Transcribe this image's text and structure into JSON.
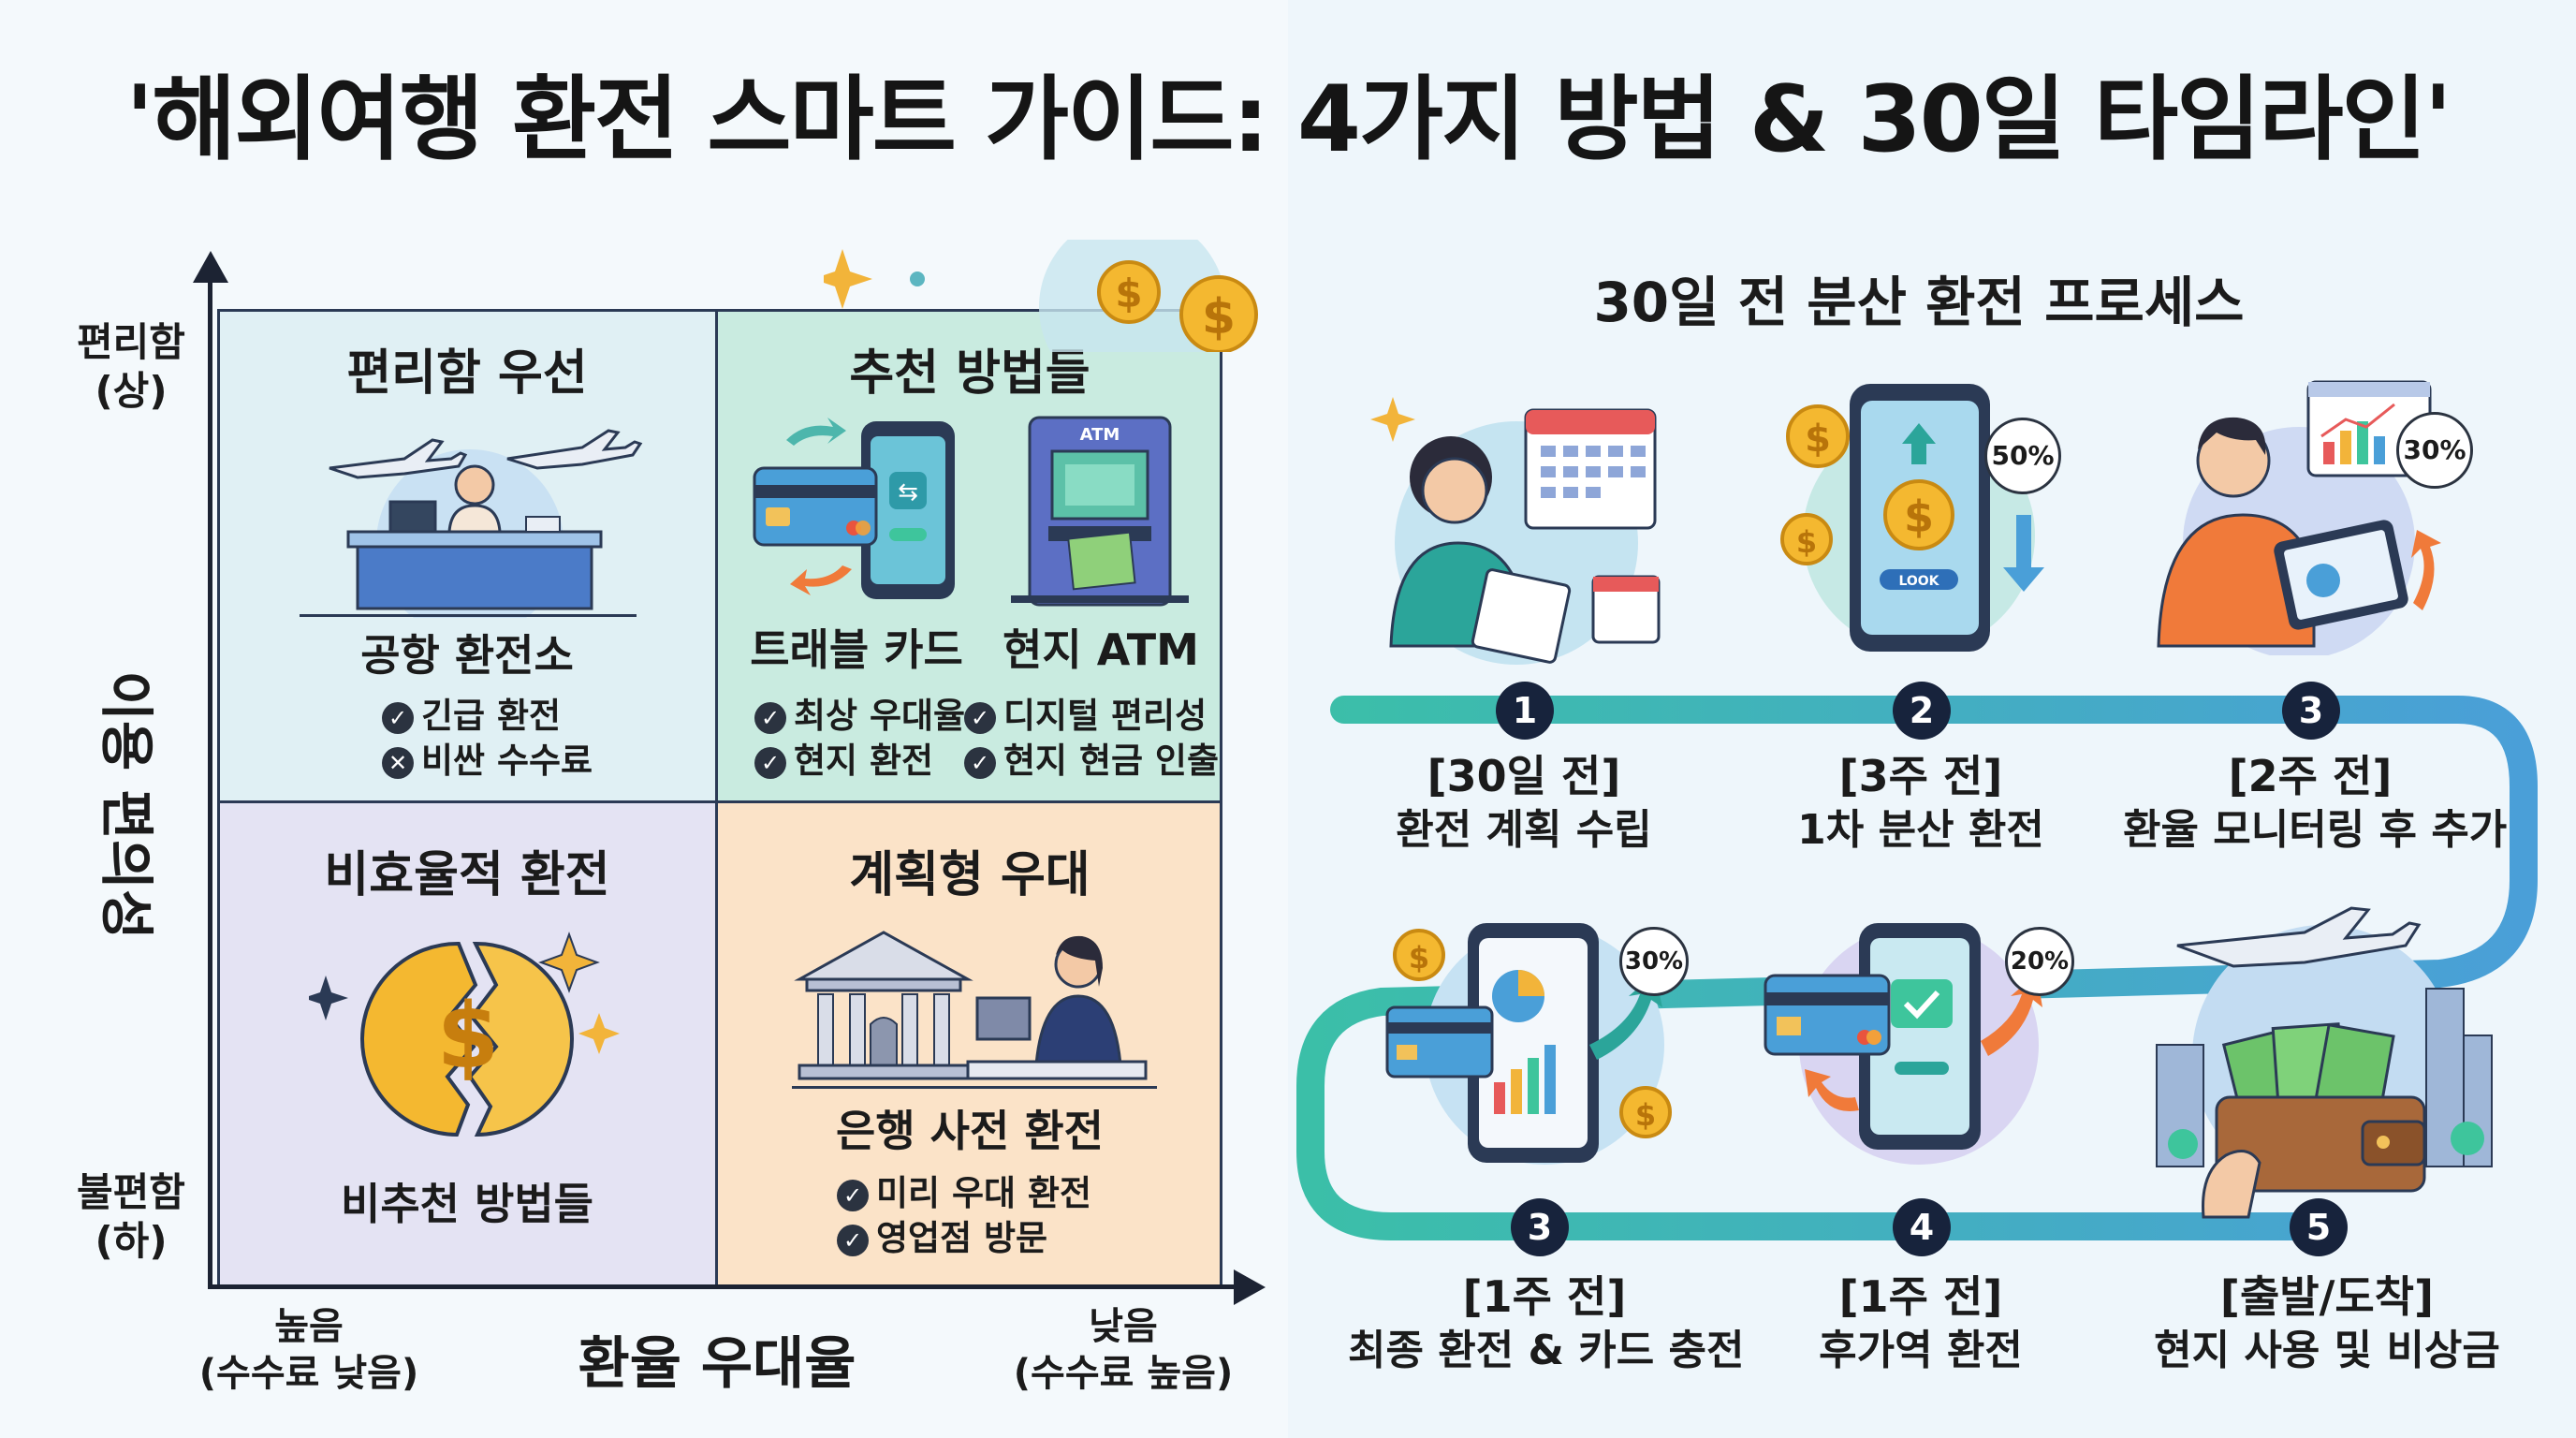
{
  "title": "'해외여행 환전 스마트 가이드: 4가지 방법 & 30일 타임라인'",
  "matrix": {
    "y_axis": {
      "title": "이용 편의성",
      "top_label": "편리함\n(상)",
      "bottom_label": "불편함\n(하)"
    },
    "x_axis": {
      "title": "환율 우대율",
      "left_label": "높음\n(수수료 낮음)",
      "right_label": "낮음\n(수수료 높음)"
    },
    "quadrants": {
      "top_left": {
        "heading": "편리함 우선",
        "method": "공항 환전소",
        "bullets": [
          {
            "mark": "check",
            "text": "긴급 환전"
          },
          {
            "mark": "cross",
            "text": "비싼 수수료"
          }
        ]
      },
      "top_right": {
        "heading": "추천 방법들",
        "method_left": "트래블 카드",
        "method_right": "현지 ATM",
        "bullets_left": [
          "최상 우대율",
          "현지 환전"
        ],
        "bullets_right": [
          "디지털 편리성",
          "현지 현금 인출"
        ],
        "atm_sign": "ATM"
      },
      "bottom_left": {
        "heading": "비효율적 환전",
        "method": "비추천 방법들"
      },
      "bottom_right": {
        "heading": "계획형 우대",
        "method": "은행 사전 환전",
        "bullets": [
          "미리 우대 환전",
          "영업점 방문"
        ]
      }
    },
    "colors": {
      "top_left": "#e0f0f4",
      "top_right": "#c9ebe0",
      "bottom_left": "#e4e3f3",
      "bottom_right": "#fbe3c8"
    }
  },
  "timeline": {
    "title": "30일 전 분산 환전 프로세스",
    "steps": [
      {
        "num": "1",
        "when": "[30일 전]",
        "desc": "환전 계획 수립",
        "badge": ""
      },
      {
        "num": "2",
        "when": "[3주 전]",
        "desc": "1차 분산 환전",
        "badge": "50%",
        "phone_button": "LOOK"
      },
      {
        "num": "3",
        "when": "[2주 전]",
        "desc": "환율 모니터링 후 추가",
        "badge": "30%"
      },
      {
        "num": "3",
        "when": "[1주 전]",
        "desc": "최종 환전 & 카드 충전",
        "badge": "30%"
      },
      {
        "num": "4",
        "when": "[1주 전]",
        "desc": "후가역 환전",
        "badge": "20%"
      },
      {
        "num": "5",
        "when": "[출발/도착]",
        "desc": "현지 사용 및 비상금",
        "badge": ""
      }
    ]
  }
}
